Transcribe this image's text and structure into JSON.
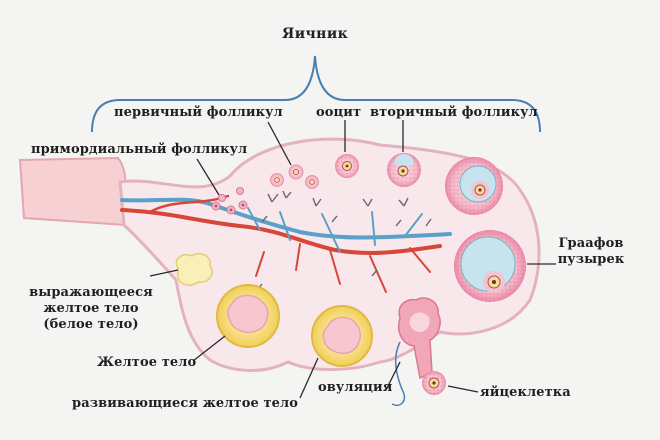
{
  "diagram": {
    "title": "Яичник",
    "labels": {
      "primary_follicle": "первичный фолликул",
      "oocyte": "ооцит",
      "secondary_follicle": "вторичный фолликул",
      "primordial_follicle": "примордиальный фолликул",
      "graafian_follicle_line1": "Граафов",
      "graafian_follicle_line2": "пузырек",
      "corpus_albicans_line1": "выражающееся",
      "corpus_albicans_line2": "желтое тело",
      "corpus_albicans_line3": "(белое тело)",
      "corpus_luteum": "Желтое тело",
      "developing_corpus_luteum": "развивающиеся желтое тело",
      "ovulation": "овуляция",
      "egg_cell": "яйцеклетка"
    },
    "colors": {
      "ovary_fill": "#f8e8ec",
      "ovary_outline": "#e3b3bd",
      "follicle_fill": "#f1a9bd",
      "antrum_fill": "#c6e3ee",
      "corpus_luteum_fill": "#f4da6c",
      "artery": "#d8463a",
      "vein": "#5aa0c8",
      "bracket": "#4a7fb2"
    }
  }
}
